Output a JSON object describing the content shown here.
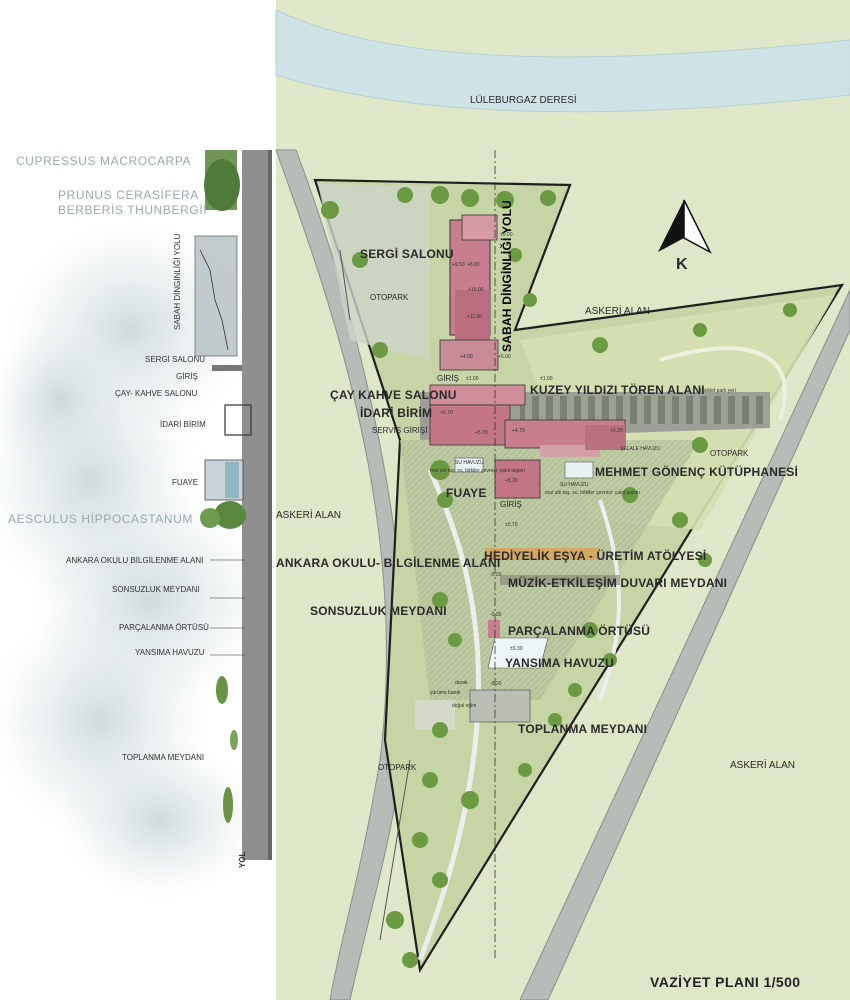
{
  "plan_title": "VAZİYET PLANI 1/500",
  "north_label": "K",
  "context": {
    "river": "LÜLEBURGAZ DERESİ",
    "military_top": "ASKERİ ALAN",
    "military_left": "ASKERİ ALAN",
    "military_bottom": "ASKERİ ALAN"
  },
  "zones": {
    "sergi": "SERGİ SALONU",
    "otopark_top": "OTOPARK",
    "sabah_yolu": "SABAH DİNGİNLİĞİ YOLU",
    "kuzey": "KUZEY YILDIZI TÖREN ALANI",
    "cay": "ÇAY KAHVE SALONU",
    "idari": "İDARİ BİRİM",
    "servis": "SERVİS GİRİŞİ",
    "giris_top": "GİRİŞ",
    "giris_mid": "GİRİŞ",
    "fuaye": "FUAYE",
    "kutuphane": "MEHMET GÖNENÇ KÜTÜPHANESİ",
    "otopark_right": "OTOPARK",
    "selale": "ŞELALE HAVUZU",
    "bisiklet": "bisiklet park yeri",
    "havuz1": "SU HAVUZU",
    "havuz1_note": "mat altı taş, su, bitkiler çevresi: çakıl taşları",
    "havuz2": "SU HAVUZU",
    "havuz2_note": "mat altı taş, su, bitkiler çevresi: çakıl taşları",
    "hediyelik": "HEDİYELİK EŞYA - ÜRETİM ATÖLYESİ",
    "ankara": "ANKARA OKULU- BİLGİLENME ALANI",
    "muzik": "MÜZİK-ETKİLEŞİM DUVARI MEYDANI",
    "sonsuzluk": "SONSUZLUK MEYDANI",
    "parcalanma": "PARÇALANMA ÖRTÜSÜ",
    "yansima": "YANSIMA HAVUZU",
    "toplanma": "TOPLANMA MEYDANI",
    "otopark_bottom": "OTOPARK",
    "durak": "durak",
    "dogal_egim": "doğal eğim",
    "yurume": "yürüme bandı"
  },
  "levels": [
    "±0.00",
    "+9.50",
    "+8.00",
    "+10.00",
    "+11.00",
    "+4.00",
    "+5.00",
    "±1.00",
    "±1.00",
    "+5.70",
    "+5.70",
    "+4.70",
    "+5.20",
    "+5.20",
    "±0.70",
    "-0.20",
    "-0.30",
    "±0.30",
    "-0.20"
  ],
  "section": {
    "species_1": "CUPRESSUS MACROCARPA",
    "species_2": "PRUNUS CERASİFERA",
    "species_3": "BERBERİS THUNBERGİİ",
    "species_4": "AESCULUS HİPPOCASTANUM",
    "path_label": "SABAH DİNGİNLİĞİ YOLU",
    "items": [
      "SERGİ SALONU",
      "GİRİŞ",
      "ÇAY- KAHVE SALONU",
      "İDARİ BİRİM",
      "FUAYE",
      "ANKARA OKULU BİLGİLENME ALANI",
      "SONSUZLUK MEYDANI",
      "PARÇALANMA ÖRTÜSÜ",
      "YANSIMA HAVUZU",
      "TOPLANMA MEYDANI"
    ],
    "yol": "YOL"
  }
}
